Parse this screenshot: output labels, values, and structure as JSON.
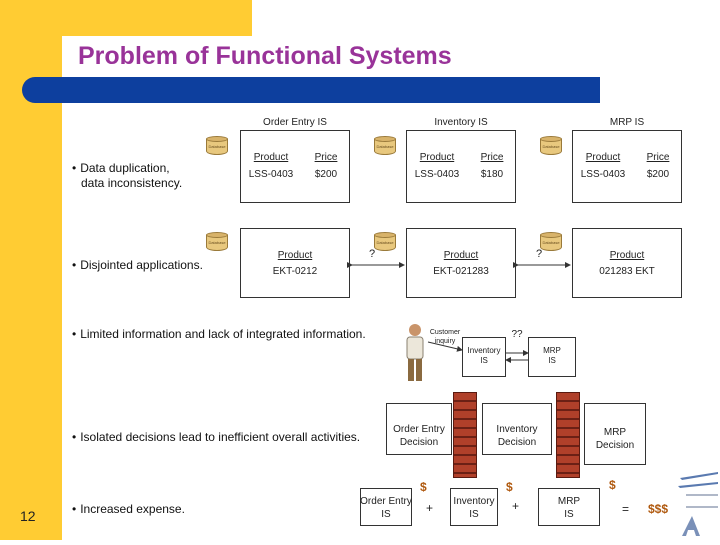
{
  "slide": {
    "title": "Problem of Functional Systems",
    "number": "12"
  },
  "colors": {
    "title": "#993399",
    "accent_bar": "#0d3f9e",
    "sidebar": "#ffcc33"
  },
  "bullets": [
    {
      "line1": "Data duplication,",
      "line2": "data inconsistency."
    },
    {
      "line1": "Disjointed applications."
    },
    {
      "line1": "Limited information and lack of integrated information."
    },
    {
      "line1": "Isolated decisions lead to inefficient overall activities."
    },
    {
      "line1": "Increased expense."
    }
  ],
  "row1": {
    "systems": [
      {
        "name": "Order Entry IS",
        "db": "Database",
        "col1": "Product",
        "col2": "Price",
        "val1": "LSS-0403",
        "val2": "$200"
      },
      {
        "name": "Inventory IS",
        "db": "Database",
        "col1": "Product",
        "col2": "Price",
        "val1": "LSS-0403",
        "val2": "$180"
      },
      {
        "name": "MRP IS",
        "db": "Database",
        "col1": "Product",
        "col2": "Price",
        "val1": "LSS-0403",
        "val2": "$200"
      }
    ]
  },
  "row2": {
    "systems": [
      {
        "db": "Database",
        "col1": "Product",
        "val1": "EKT-0212"
      },
      {
        "db": "Database",
        "col1": "Product",
        "val1": "EKT-021283"
      },
      {
        "db": "Database",
        "col1": "Product",
        "val1": "021283 EKT"
      }
    ],
    "q1": "?",
    "q2": "?"
  },
  "row3": {
    "customer": "Customer",
    "inquiry": "inquiry",
    "inventory": "Inventory",
    "inventory2": "IS",
    "mrp": "MRP",
    "mrp2": "IS",
    "qq": "??"
  },
  "row4": {
    "order_entry_1": "Order Entry",
    "order_entry_2": "Decision",
    "inventory_1": "Inventory",
    "inventory_2": "Decision",
    "mrp_1": "MRP",
    "mrp_2": "Decision"
  },
  "row5": {
    "d1": "$",
    "d2": "$",
    "d3": "$",
    "order_entry_1": "Order Entry",
    "order_entry_2": "IS",
    "inventory_1": "Inventory",
    "inventory_2": "IS",
    "mrp_1": "MRP",
    "mrp_2": "IS",
    "plus1": "+",
    "plus2": "+",
    "eq": "=",
    "total": "$$$"
  }
}
